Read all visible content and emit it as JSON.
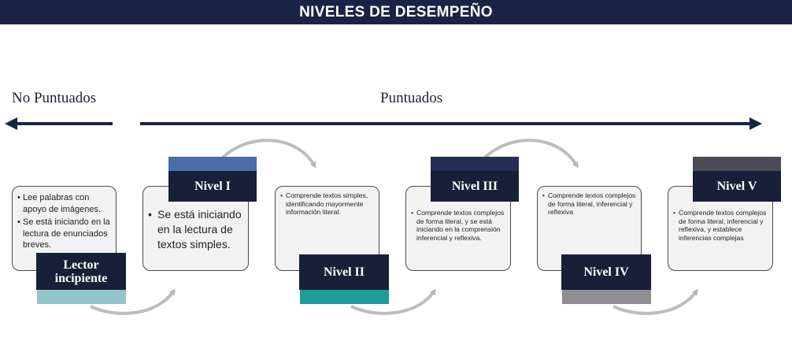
{
  "title": "NIVELES DE DESEMPEÑO",
  "no_puntuados": "No Puntuados",
  "puntuados": "Puntuados",
  "levels": [
    {
      "label": "Lector incipiente",
      "accent": "#93c6cb",
      "bullets": [
        "Lee palabras con apoyo de imágenes.",
        "Se está iniciando en la lectura de enunciados breves."
      ]
    },
    {
      "label": "Nivel I",
      "accent": "#4a6fa8",
      "bullets": [
        "Se está iniciando en la lectura de textos simples."
      ]
    },
    {
      "label": "Nivel II",
      "accent": "#1f9c9a",
      "bullets": [
        "Comprende textos simples, identificando mayormente información literal."
      ]
    },
    {
      "label": "Nivel III",
      "accent": "#262d55",
      "bullets": [
        "Comprende textos complejos de forma literal, y se está iniciando en la comprensión inferencial y reflexiva."
      ]
    },
    {
      "label": "Nivel IV",
      "accent": "#8e8e93",
      "bullets": [
        "Comprende textos complejos de forma literal, inferencial y reflexiva"
      ]
    },
    {
      "label": "Nivel V",
      "accent": "#4b4b55",
      "bullets": [
        "Comprende textos complejos de forma literal, inferencial y reflexiva, y establece inferencias complejas"
      ]
    }
  ]
}
